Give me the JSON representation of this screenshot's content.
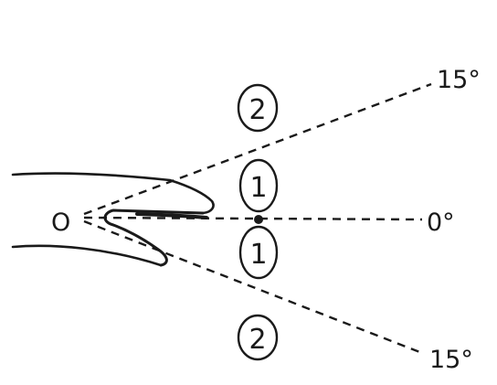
{
  "labels": {
    "origin": "O",
    "angle_top": "15°",
    "angle_mid": "0°",
    "angle_bottom": "15°"
  },
  "markers": [
    {
      "position": "upper-outer",
      "text": "2"
    },
    {
      "position": "upper-inner",
      "text": "1"
    },
    {
      "position": "lower-inner",
      "text": "1"
    },
    {
      "position": "lower-outer",
      "text": "2"
    }
  ]
}
